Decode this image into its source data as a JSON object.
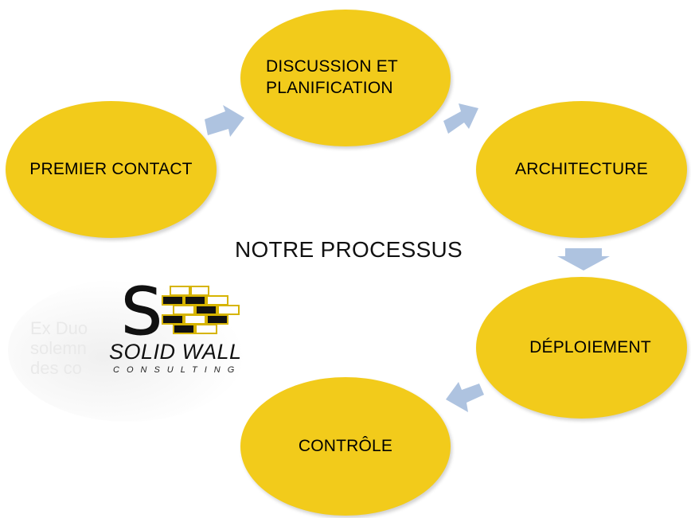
{
  "title": "NOTRE PROCESSUS",
  "nodes": {
    "premier_contact": "PREMIER CONTACT",
    "discussion": "DISCUSSION ET PLANIFICATION",
    "architecture": "ARCHITECTURE",
    "deploiement": "DÉPLOIEMENT",
    "controle": "CONTRÔLE"
  },
  "logo": {
    "name": "SOLID WALL",
    "tagline": "CONSULTING",
    "letter": "S",
    "faded_text": "Ex Duo\nsolemn\ndes co"
  },
  "colors": {
    "node_fill": "#f2cb1b",
    "arrow_fill": "#aec3e0",
    "brand_black": "#111111"
  },
  "icons": [
    "arrow-right-icon",
    "arrow-down-icon",
    "arrow-left-icon",
    "brick-wall-icon"
  ]
}
